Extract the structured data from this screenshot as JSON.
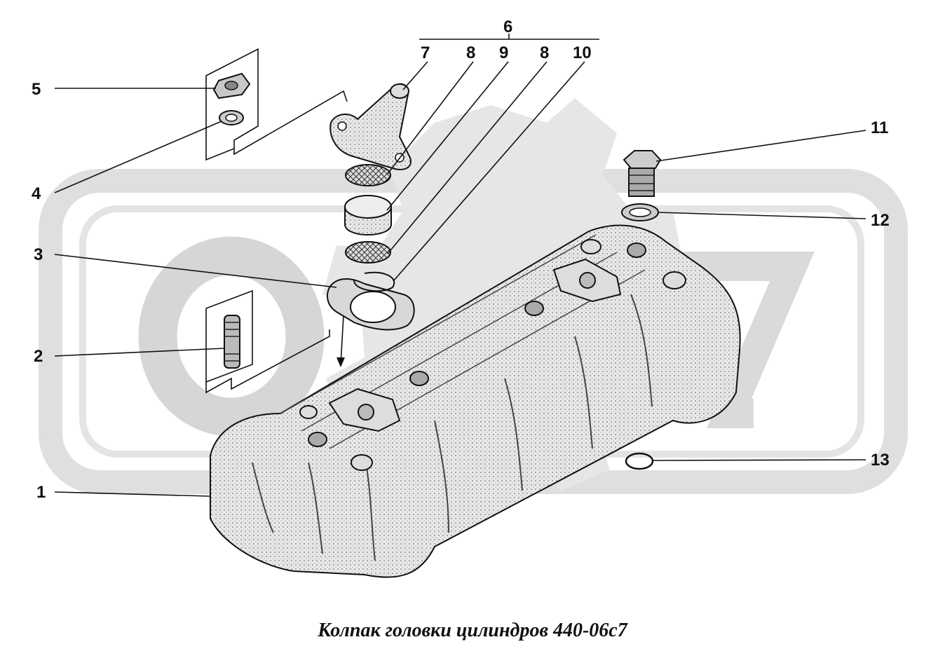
{
  "caption": "Колпак головки цилиндров 440-06с7",
  "callouts": {
    "c1": "1",
    "c2": "2",
    "c3": "3",
    "c4": "4",
    "c5": "5",
    "c6": "6",
    "c7": "7",
    "c8a": "8",
    "c9": "9",
    "c8b": "8",
    "c10": "10",
    "c11": "11",
    "c12": "12",
    "c13": "13"
  },
  "colors": {
    "ink": "#111111",
    "watermark": "#d9d9d9",
    "cover_fill": "#e3e3e3",
    "part_fill": "#cfcfcf"
  },
  "watermark_logo": "gear-logo"
}
